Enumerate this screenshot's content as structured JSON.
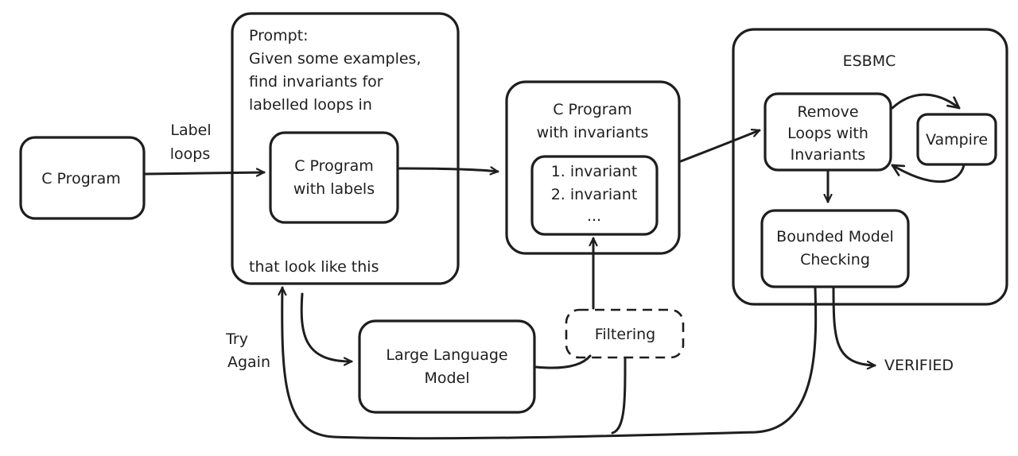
{
  "nodes": {
    "c_program": "C Program",
    "label_loops": [
      "Label",
      "loops"
    ],
    "prompt_lines": [
      "Prompt:",
      "Given some examples,",
      "find invariants for",
      "labelled loops in"
    ],
    "prompt_footer": "that look like this",
    "program_with_labels": [
      "C Program",
      "with labels"
    ],
    "program_with_invariants": [
      "C Program",
      "with invariants"
    ],
    "invariants_list": [
      "1. invariant",
      "2. invariant",
      "..."
    ],
    "esbmc": "ESBMC",
    "remove_loops": [
      "Remove",
      "Loops with",
      "Invariants"
    ],
    "vampire": "Vampire",
    "bmc": [
      "Bounded Model",
      "Checking"
    ],
    "llm": [
      "Large Language",
      "Model"
    ],
    "filtering": "Filtering",
    "try_again": [
      "Try",
      "Again"
    ],
    "verified": "VERIFIED"
  },
  "colors": {
    "stroke": "#1e1e1e",
    "background": "#ffffff"
  }
}
